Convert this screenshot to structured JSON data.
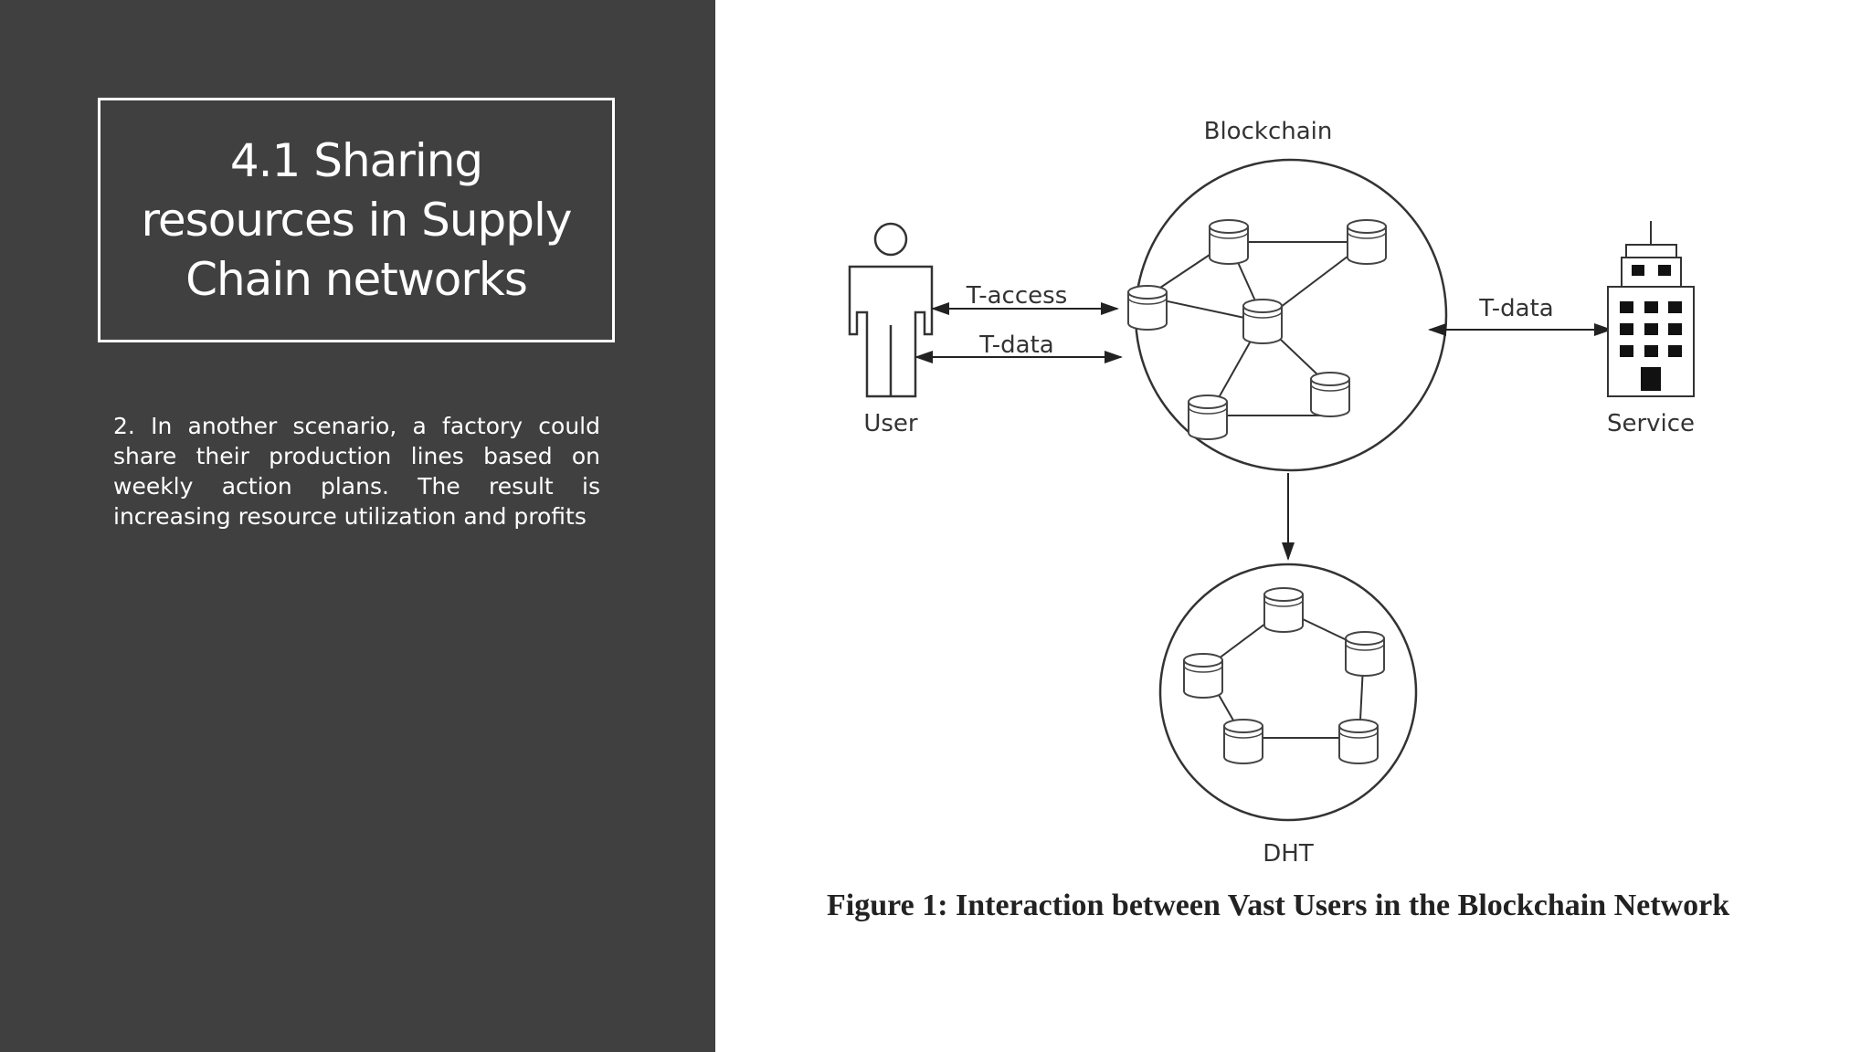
{
  "slide": {
    "title": "4.1 Sharing resources in Supply Chain networks",
    "body": "2.  In another scenario, a factory could share their production lines based on weekly action plans. The result is increasing resource utilization and profits"
  },
  "figure": {
    "labels": {
      "blockchain": "Blockchain",
      "user": "User",
      "service": "Service",
      "dht": "DHT",
      "t_access": "T-access",
      "t_data_user": "T-data",
      "t_data_service": "T-data"
    },
    "caption": "Figure 1: Interaction between Vast Users in the Blockchain Network",
    "icons": [
      "user-icon",
      "building-icon",
      "database-icon"
    ],
    "colors": {
      "panel_background": "#404040",
      "panel_text": "#ffffff",
      "diagram_stroke": "#333333"
    }
  }
}
